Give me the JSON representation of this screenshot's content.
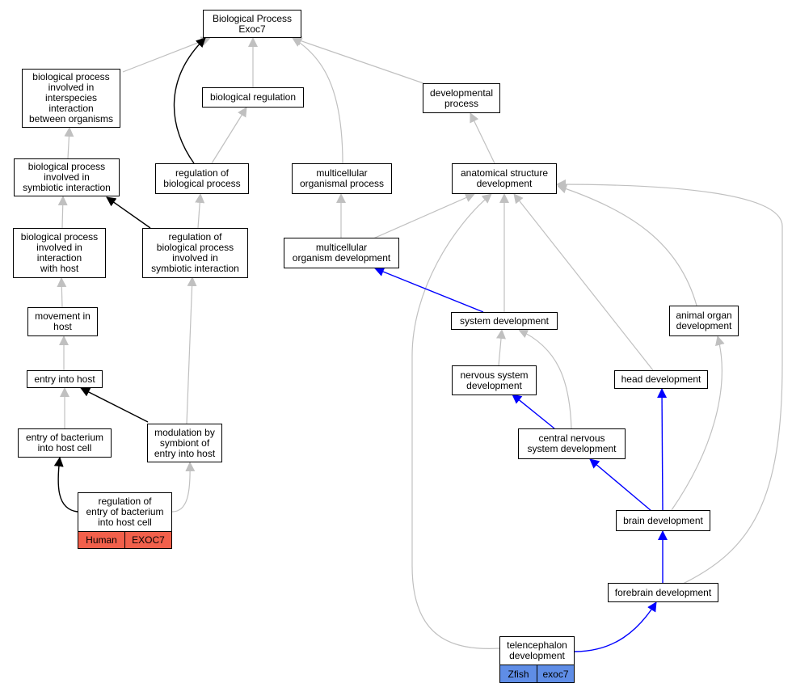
{
  "colors": {
    "gray_edge": "#c0c0c0",
    "black_edge": "#000000",
    "blue_edge": "#0000ff",
    "human_tag": "#f2604b",
    "zfish_tag": "#5f8de6"
  },
  "nodes": {
    "root": "Biological Process\nExoc7",
    "bp_interspecies": "biological process\ninvolved in\ninterspecies\ninteraction\nbetween organisms",
    "bio_regulation": "biological regulation",
    "developmental_process": "developmental\nprocess",
    "bp_symbiotic": "biological process\ninvolved in\nsymbiotic interaction",
    "reg_bio_process": "regulation of\nbiological process",
    "multicellular_process": "multicellular\norganismal process",
    "anatomical_dev": "anatomical structure\ndevelopment",
    "bp_host": "biological process\ninvolved in\ninteraction\nwith host",
    "reg_bp_symbiotic": "regulation of\nbiological process\ninvolved in\nsymbiotic interaction",
    "multicellular_dev": "multicellular\norganism development",
    "movement_host": "movement in\nhost",
    "system_dev": "system development",
    "animal_organ_dev": "animal organ\ndevelopment",
    "entry_host": "entry into host",
    "nervous_dev": "nervous system\ndevelopment",
    "head_dev": "head development",
    "entry_bacterium": "entry of bacterium\ninto host cell",
    "modulation_symbiont": "modulation by\nsymbiont of\nentry into host",
    "cns_dev": "central nervous\nsystem development",
    "reg_entry_bacterium": "regulation of\nentry of bacterium\ninto host cell",
    "brain_dev": "brain development",
    "forebrain_dev": "forebrain development",
    "telencephalon_dev": "telencephalon\ndevelopment"
  },
  "tags": {
    "human_species": "Human",
    "human_gene": "EXOC7",
    "zfish_species": "Zfish",
    "zfish_gene": "exoc7"
  }
}
